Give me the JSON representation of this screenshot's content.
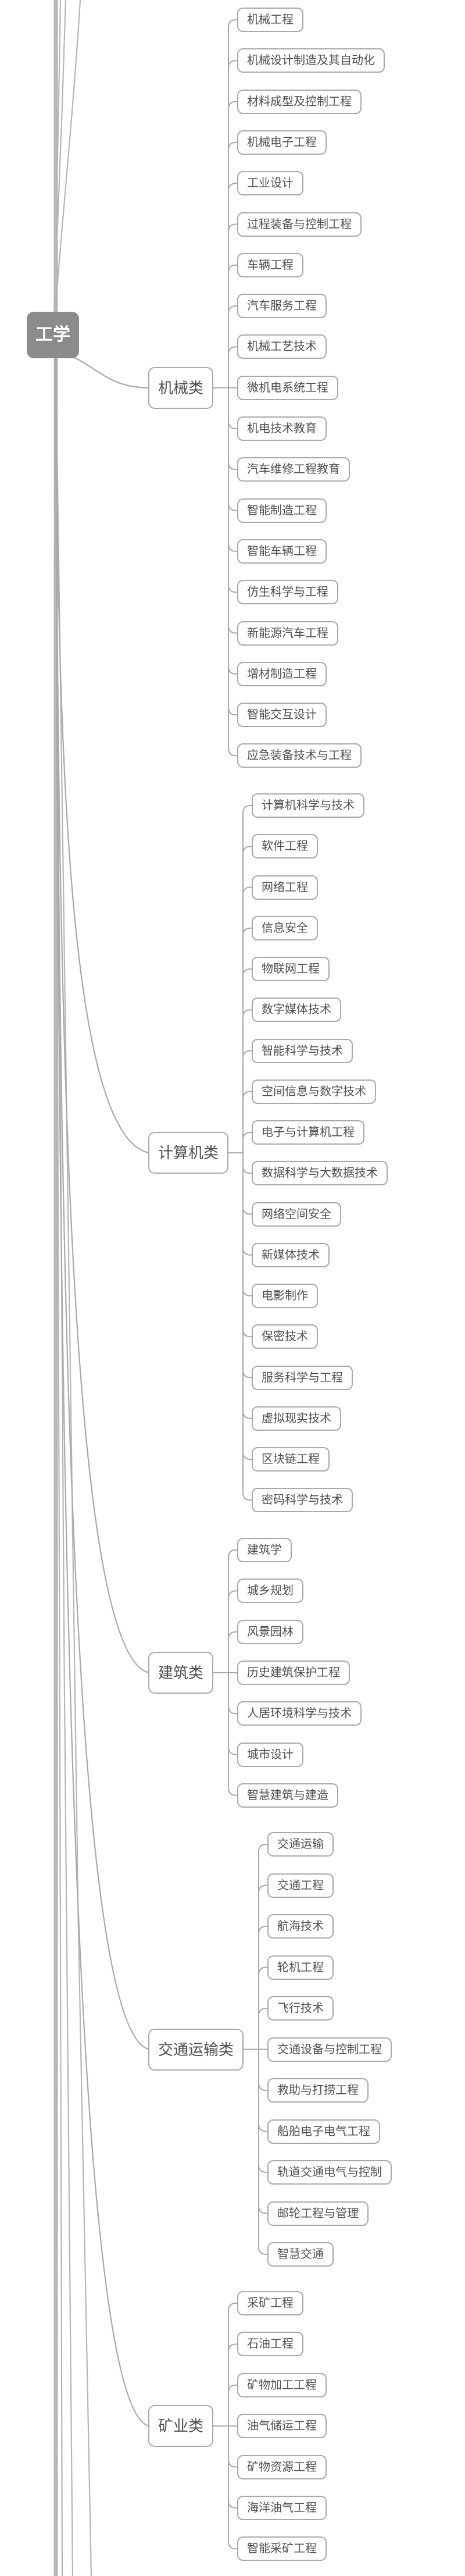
{
  "diagram": {
    "root": {
      "label": "工学"
    },
    "categories": [
      {
        "label": "机械类",
        "children": [
          "机械工程",
          "机械设计制造及其自动化",
          "材料成型及控制工程",
          "机械电子工程",
          "工业设计",
          "过程装备与控制工程",
          "车辆工程",
          "汽车服务工程",
          "机械工艺技术",
          "微机电系统工程",
          "机电技术教育",
          "汽车维修工程教育",
          "智能制造工程",
          "智能车辆工程",
          "仿生科学与工程",
          "新能源汽车工程",
          "增材制造工程",
          "智能交互设计",
          "应急装备技术与工程"
        ]
      },
      {
        "label": "计算机类",
        "children": [
          "计算机科学与技术",
          "软件工程",
          "网络工程",
          "信息安全",
          "物联网工程",
          "数字媒体技术",
          "智能科学与技术",
          "空间信息与数字技术",
          "电子与计算机工程",
          "数据科学与大数据技术",
          "网络空间安全",
          "新媒体技术",
          "电影制作",
          "保密技术",
          "服务科学与工程",
          "虚拟现实技术",
          "区块链工程",
          "密码科学与技术"
        ]
      },
      {
        "label": "建筑类",
        "children": [
          "建筑学",
          "城乡规划",
          "风景园林",
          "历史建筑保护工程",
          "人居环境科学与技术",
          "城市设计",
          "智慧建筑与建造"
        ]
      },
      {
        "label": "交通运输类",
        "children": [
          "交通运输",
          "交通工程",
          "航海技术",
          "轮机工程",
          "飞行技术",
          "交通设备与控制工程",
          "救助与打捞工程",
          "船舶电子电气工程",
          "轨道交通电气与控制",
          "邮轮工程与管理",
          "智慧交通"
        ]
      },
      {
        "label": "矿业类",
        "children": [
          "采矿工程",
          "石油工程",
          "矿物加工工程",
          "油气储运工程",
          "矿物资源工程",
          "海洋油气工程",
          "智能采矿工程"
        ]
      }
    ]
  },
  "colors": {
    "canvas_bg": "#ffffff",
    "node_bg": "#ffffff",
    "node_border": "#a9a9a9",
    "node_text": "#4e4e4e",
    "edge_line": "#a9a9a9",
    "trunk_line": "#b6b6b6",
    "root_bg": "#8b8b8b",
    "root_text": "#ffffff"
  }
}
